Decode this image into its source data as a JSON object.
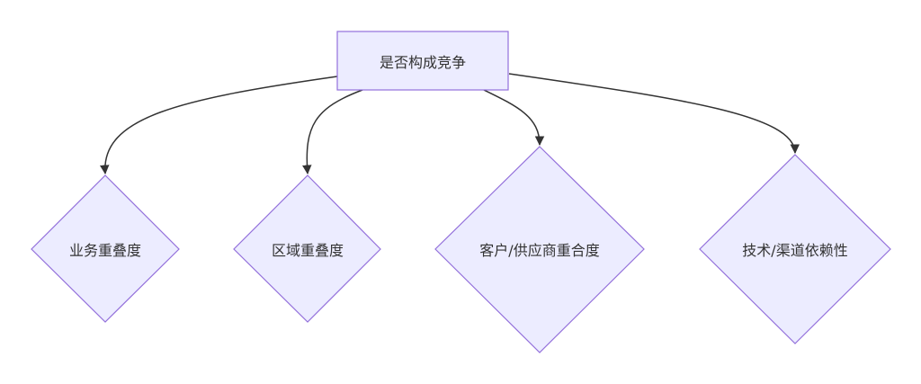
{
  "diagram": {
    "type": "flowchart",
    "colors": {
      "node_fill": "#ECECFF",
      "node_stroke": "#9370DB",
      "edge": "#333333",
      "text": "#333333"
    },
    "root": {
      "id": "root",
      "label": "是否构成竞争",
      "shape": "rect"
    },
    "children": [
      {
        "id": "business",
        "label": "业务重叠度",
        "shape": "diamond"
      },
      {
        "id": "region",
        "label": "区域重叠度",
        "shape": "diamond"
      },
      {
        "id": "customer",
        "label": "客户/供应商重合度",
        "shape": "diamond"
      },
      {
        "id": "tech",
        "label": "技术/渠道依赖性",
        "shape": "diamond"
      }
    ],
    "edges": [
      {
        "from": "root",
        "to": "business"
      },
      {
        "from": "root",
        "to": "region"
      },
      {
        "from": "root",
        "to": "customer"
      },
      {
        "from": "root",
        "to": "tech"
      }
    ]
  }
}
